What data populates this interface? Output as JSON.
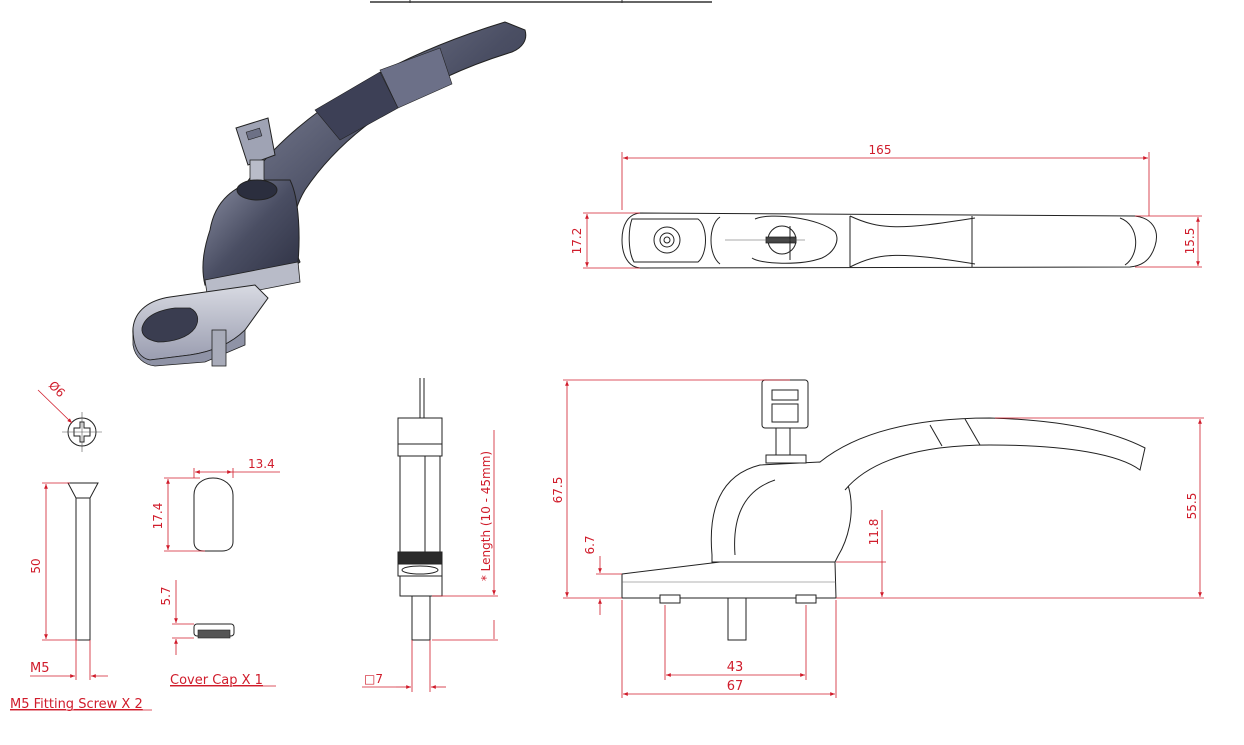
{
  "dimensions": {
    "top_length": "165",
    "top_left_height": "17.2",
    "top_right_height": "15.5",
    "side_total_height": "67.5",
    "side_base_height": "6.7",
    "side_step": "11.8",
    "side_handle_height": "55.5",
    "side_hole_spacing": "43",
    "side_base_length": "67",
    "screw_head_dia": "Ø6",
    "screw_length": "50",
    "screw_thread": "M5",
    "cap_width": "13.4",
    "cap_height": "17.4",
    "cap_thickness": "5.7",
    "spindle_square": "□7",
    "spindle_length": "* Length (10 - 45mm)"
  },
  "captions": {
    "screw": "M5 Fitting Screw X 2",
    "cap": "Cover Cap X 1"
  },
  "colors": {
    "dimension": "#d01c2b",
    "handle_dark": "#4a4e63",
    "handle_light": "#cfd2dc"
  }
}
